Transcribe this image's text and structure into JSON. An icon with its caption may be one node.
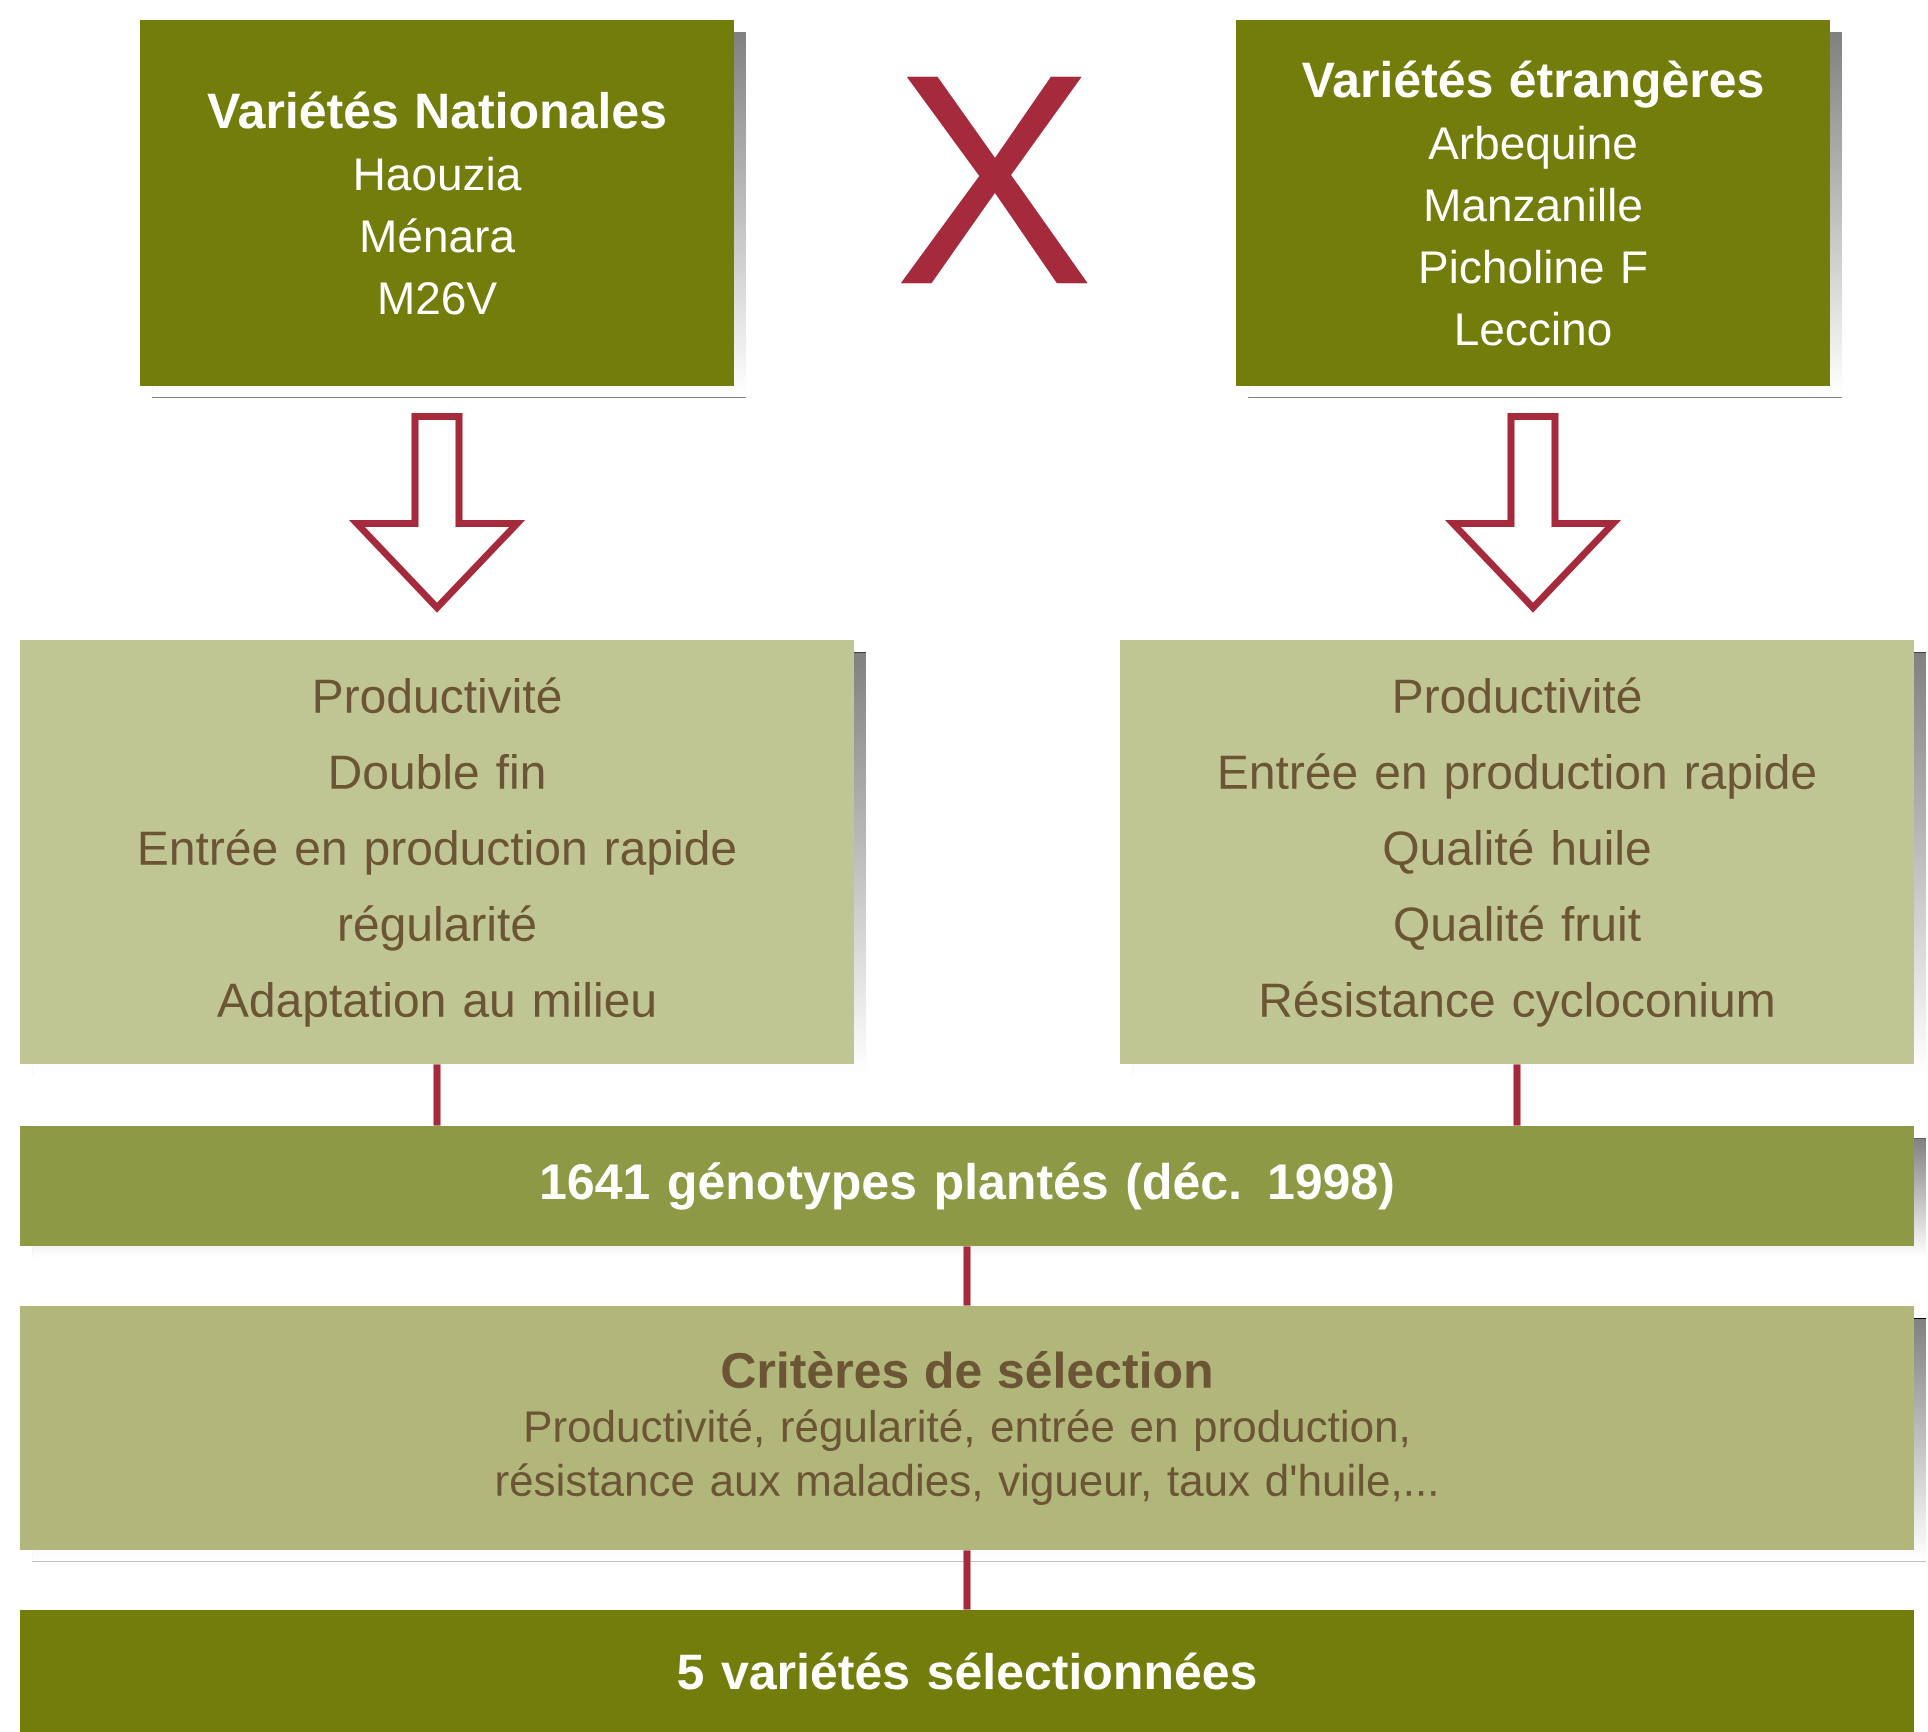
{
  "diagram": {
    "nodes": [
      {
        "text": [
          "Variétés Nationales",
          "Haouzia",
          "Ménara",
          "M26V"
        ]
      },
      {
        "text": [
          "Variétés étrangères",
          "Arbequine",
          "Manzanille",
          "Picholine F",
          "Leccino"
        ]
      },
      {
        "text": [
          "Productivité",
          "Double fin",
          "Entrée en production rapide",
          "régularité",
          "Adaptation au milieu"
        ]
      },
      {
        "text": [
          "Productivité",
          "Entrée en production rapide",
          "Qualité huile",
          "Qualité fruit",
          "Résistance cycloconium"
        ]
      },
      {
        "text": [
          "1641 génotypes plantés (déc. 1998)"
        ]
      },
      {
        "text": [
          "Critères de sélection",
          "Productivité, régularité, entrée en production, résistance aux maladies, vigueur, taux d'huile,..."
        ]
      },
      {
        "text": [
          "5 variétés sélectionnées"
        ]
      }
    ],
    "edges": [
      {
        "from": 0,
        "to": 2,
        "arrow": "to"
      },
      {
        "from": 1,
        "to": 3,
        "arrow": "to"
      },
      {
        "from": 2,
        "to": 4,
        "arrow": "none"
      },
      {
        "from": 3,
        "to": 4,
        "arrow": "none"
      },
      {
        "from": 4,
        "to": 5,
        "arrow": "none"
      },
      {
        "from": 5,
        "to": 6,
        "arrow": "none"
      }
    ],
    "labels": [
      "X"
    ]
  }
}
